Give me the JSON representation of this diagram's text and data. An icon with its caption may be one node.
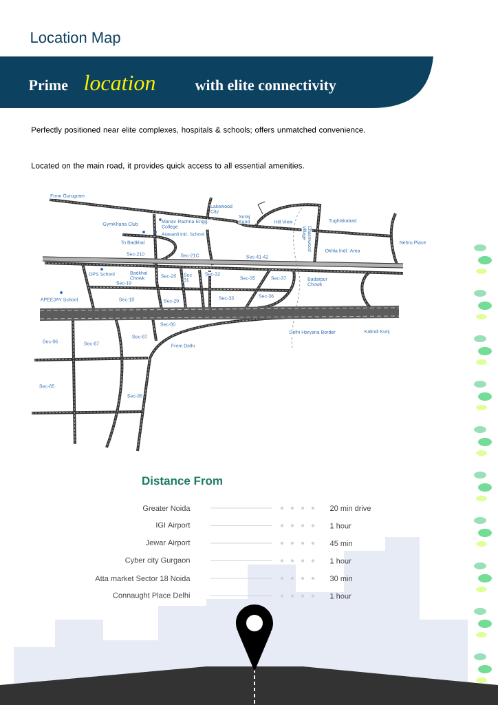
{
  "diagram": {
    "title": "Location Map",
    "labels": [
      "Prime",
      "location",
      "with elite connectivity",
      "Perfectly positioned near elite complexes, hospitals & schools; offers unmatched convenience.",
      "Located on the main road, it provides quick access to all essential amenities.",
      "From Gurugram",
      "Lakewood City",
      "Suraj Kund",
      "Hill View",
      "Tughlakabad",
      "GymKhana Club",
      "Manav Rachna Engg. College",
      "Aravanli Intl. School",
      "To Badkhal",
      "Charmwood Village",
      "Nehru Place",
      "Okhla Indl. Area",
      "Sec-210",
      "Sec-21C",
      "Sec-41-42",
      "DPS School",
      "Badkhal Chowk",
      "Sec-28",
      "Sec 31",
      "Sec-32",
      "Sec-35",
      "Sec-37",
      "Badarpur Chowk",
      "Sec-19",
      "Sec-36",
      "APEEJAY School",
      "Sec-18",
      "Sec-29",
      "Sec-33",
      "Sec-80",
      "Delhi Haryana Border",
      "Kalindi Kunj",
      "Sec-86",
      "Sec-87",
      "Sec-87",
      "From Delhi",
      "Sec-85",
      "Sec-88",
      "Distance From",
      "Greater Noida",
      "20 min drive",
      "IGI Airport",
      "1 hour",
      "Jewar Airport",
      "45 min",
      "Cyber city Gurgaon",
      "1 hour",
      "Atta market Sector 18 Noida",
      "30 min",
      "Connaught Place Delhi",
      "1 hour"
    ]
  }
}
